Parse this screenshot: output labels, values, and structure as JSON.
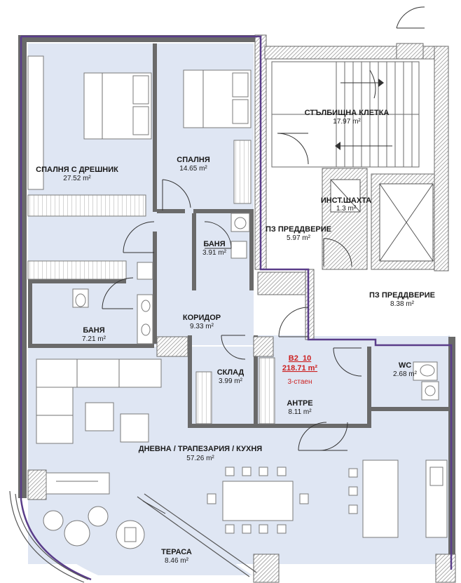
{
  "unit": {
    "code": "B2_10",
    "area": "218.71 m²",
    "type": "3-стаен",
    "color": "#cc1f1f"
  },
  "colors": {
    "floor": "#dfe6f3",
    "boundary": "#5a3d8a",
    "wall": "#6a6a6a"
  },
  "rooms": [
    {
      "name": "СПАЛНЯ С ДРЕШНИК",
      "area": "27.52 m²"
    },
    {
      "name": "СПАЛНЯ",
      "area": "14.65 m²"
    },
    {
      "name": "СТЪЛБИЩНА КЛЕТКА",
      "area": "17.97 m²"
    },
    {
      "name": "ИНСТ.ШАХТА",
      "area": "1.3 m²"
    },
    {
      "name": "ПЗ ПРЕДДВЕРИЕ",
      "area": "5.97 m²"
    },
    {
      "name": "БАНЯ",
      "area": "3.91 m²"
    },
    {
      "name": "ПЗ ПРЕДДВЕРИЕ",
      "area": "8.38 m²"
    },
    {
      "name": "КОРИДОР",
      "area": "9.33 m²"
    },
    {
      "name": "БАНЯ",
      "area": "7.21 m²"
    },
    {
      "name": "СКЛАД",
      "area": "3.99 m²"
    },
    {
      "name": "WC",
      "area": "2.68 m²"
    },
    {
      "name": "АНТРЕ",
      "area": "8.11 m²"
    },
    {
      "name": "ДНЕВНА / ТРАПЕЗАРИЯ / КУХНЯ",
      "area": "57.26 m²"
    },
    {
      "name": "ТЕРАСА",
      "area": "8.46 m²"
    }
  ]
}
